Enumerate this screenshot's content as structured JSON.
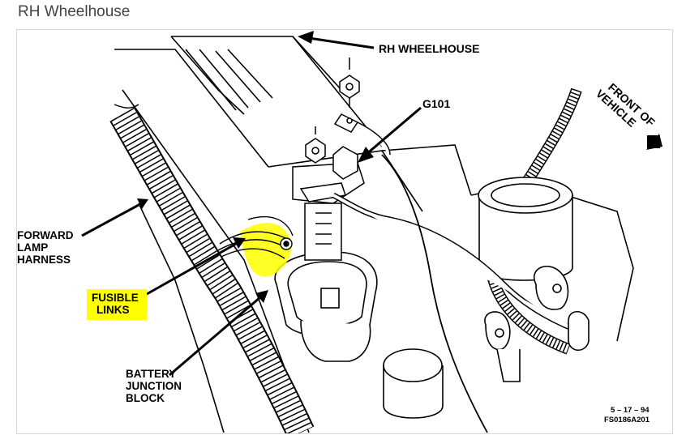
{
  "page": {
    "title": "RH Wheelhouse"
  },
  "diagram": {
    "labels": {
      "rh_wheelhouse": "RH WHEELHOUSE",
      "g101": "G101",
      "front_line1": "FRONT OF",
      "front_line2": "VEHICLE",
      "forward_lamp_1": "FORWARD",
      "forward_lamp_2": "LAMP",
      "forward_lamp_3": "HARNESS",
      "fusible_1": "FUSIBLE",
      "fusible_2": "LINKS",
      "battery_1": "BATTERY",
      "battery_2": "JUNCTION",
      "battery_3": "BLOCK",
      "date_code": "5 – 17 – 94",
      "figure_code": "FS0186A201"
    },
    "colors": {
      "highlight": "#ffff00",
      "ink": "#000000"
    }
  }
}
